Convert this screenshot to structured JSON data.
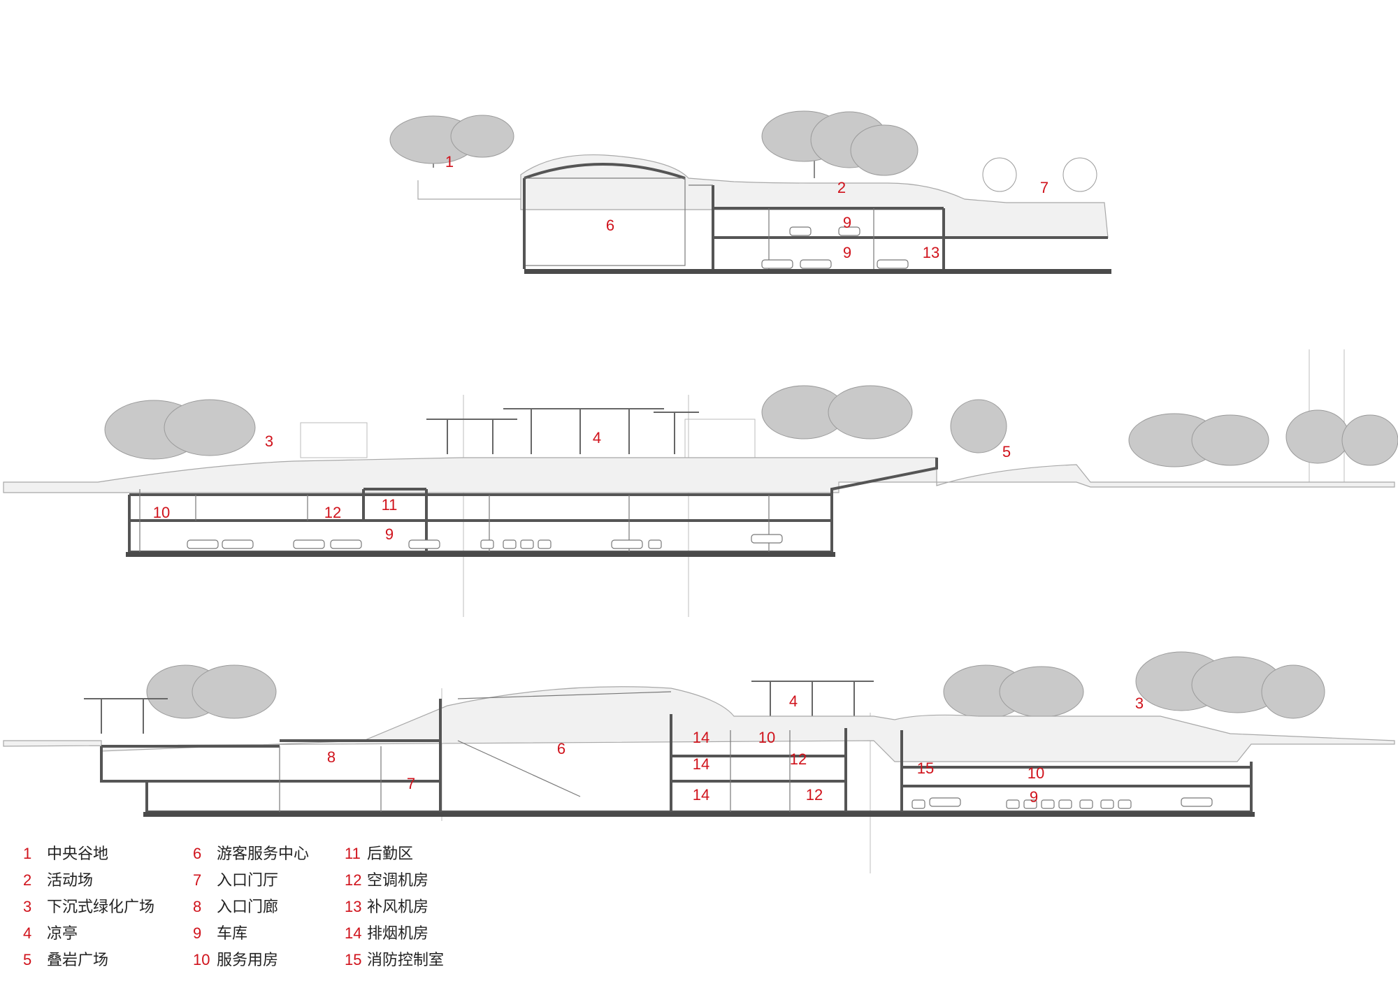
{
  "section_top": {
    "labels": [
      "1",
      "2",
      "7",
      "6",
      "9",
      "9",
      "13"
    ]
  },
  "section_middle": {
    "labels": [
      "3",
      "4",
      "5",
      "10",
      "12",
      "11",
      "9"
    ]
  },
  "section_bottom": {
    "labels": [
      "4",
      "3",
      "6",
      "8",
      "7",
      "14",
      "10",
      "14",
      "12",
      "14",
      "12",
      "15",
      "10",
      "9"
    ]
  },
  "legend": {
    "col1": [
      {
        "num": "1",
        "text": "中央谷地"
      },
      {
        "num": "2",
        "text": "活动场"
      },
      {
        "num": "3",
        "text": "下沉式绿化广场"
      },
      {
        "num": "4",
        "text": "凉亭"
      },
      {
        "num": "5",
        "text": "叠岩广场"
      }
    ],
    "col2": [
      {
        "num": "6",
        "text": "游客服务中心"
      },
      {
        "num": "7",
        "text": "入口门厅"
      },
      {
        "num": "8",
        "text": "入口门廊"
      },
      {
        "num": "9",
        "text": "车库"
      },
      {
        "num": "10",
        "text": "服务用房"
      }
    ],
    "col3": [
      {
        "num": "11",
        "text": "后勤区"
      },
      {
        "num": "12",
        "text": "空调机房"
      },
      {
        "num": "13",
        "text": "补风机房"
      },
      {
        "num": "14",
        "text": "排烟机房"
      },
      {
        "num": "15",
        "text": "消防控制室"
      }
    ]
  },
  "colors": {
    "label_red": "#d0121b",
    "line_gray": "#555555",
    "ground_fill": "#f1f1f1"
  }
}
